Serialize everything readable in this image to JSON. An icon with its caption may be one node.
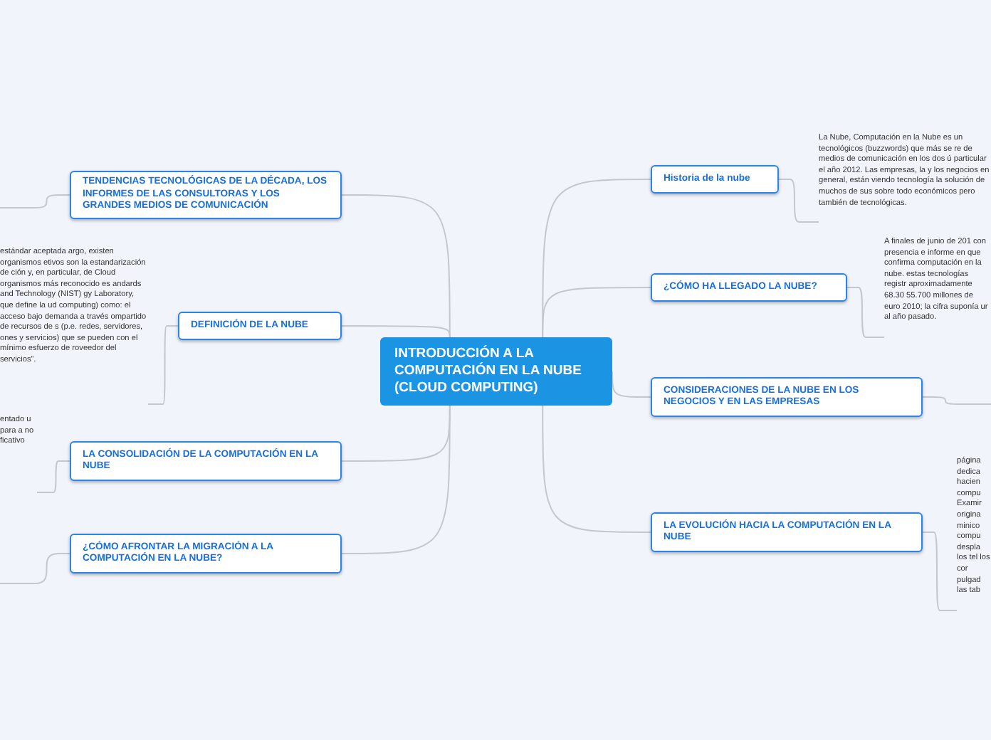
{
  "diagram": {
    "nodes": [
      {
        "text": [
          "INTRODUCCIÓN A LA COMPUTACIÓN EN LA NUBE (CLOUD COMPUTING)"
        ]
      },
      {
        "text": [
          "TENDENCIAS TECNOLÓGICAS DE LA DÉCADA, LOS INFORMES DE LAS CONSULTORAS Y LOS GRANDES MEDIOS DE COMUNICACIÓN"
        ]
      },
      {
        "text": [
          "DEFINICIÓN DE LA NUBE"
        ]
      },
      {
        "text": [
          "LA CONSOLIDACIÓN DE LA COMPUTACIÓN EN LA NUBE"
        ]
      },
      {
        "text": [
          "¿CÓMO AFRONTAR LA MIGRACIÓN A LA COMPUTACIÓN EN LA NUBE?"
        ]
      },
      {
        "text": [
          "Historia de la nube"
        ]
      },
      {
        "text": [
          "¿CÓMO HA LLEGADO LA NUBE?"
        ]
      },
      {
        "text": [
          "CONSIDERACIONES DE LA NUBE EN LOS NEGOCIOS Y EN LAS EMPRESAS"
        ]
      },
      {
        "text": [
          "LA EVOLUCIÓN HACIA LA COMPUTACIÓN EN LA NUBE"
        ]
      },
      {
        "text": [
          "estándar aceptada argo, existen organismos etivos son la estandarización de ción y, en particular, de Cloud organismos más reconocido es andards and Technology (NIST) gy Laboratory, que define la ud computing) como: el acceso bajo demanda a través ompartido de recursos de s (p.e. redes, servidores, ones y servicios) que se pueden con el mínimo esfuerzo de roveedor del servicios”."
        ]
      },
      {
        "text": [
          "entado u para a no ficativo"
        ]
      },
      {
        "text": [
          "La Nube, Computación en la Nube es un tecnológicos (buzzwords) que más se re de medios de comunicación en los dos ú particular el año 2012. Las empresas, la y los negocios en general, están viendo tecnología la solución de muchos de sus sobre todo económicos pero también de tecnológicas."
        ]
      },
      {
        "text": [
          "A finales de junio de 201 con presencia e informe en que confirma computación en la nube. estas tecnologías registr aproximadamente 68.30 55.700 millones de euro 2010; la cifra suponía ur al año pasado."
        ]
      },
      {
        "text": [
          "página dedica hacien compu Examir origina minico compu despla los tel los cor pulgad las tab"
        ]
      }
    ],
    "edges": [
      {
        "from": 0,
        "to": 1,
        "arrow": "none"
      },
      {
        "from": 0,
        "to": 2,
        "arrow": "none"
      },
      {
        "from": 0,
        "to": 3,
        "arrow": "none"
      },
      {
        "from": 0,
        "to": 4,
        "arrow": "none"
      },
      {
        "from": 0,
        "to": 5,
        "arrow": "none"
      },
      {
        "from": 0,
        "to": 6,
        "arrow": "none"
      },
      {
        "from": 0,
        "to": 7,
        "arrow": "none"
      },
      {
        "from": 0,
        "to": 8,
        "arrow": "none"
      },
      {
        "from": 2,
        "to": 9,
        "arrow": "none"
      },
      {
        "from": 3,
        "to": 10,
        "arrow": "none"
      },
      {
        "from": 5,
        "to": 11,
        "arrow": "none"
      },
      {
        "from": 6,
        "to": 12,
        "arrow": "none"
      },
      {
        "from": 8,
        "to": 13,
        "arrow": "none"
      },
      {
        "from": 1,
        "to": null,
        "arrow": "none"
      },
      {
        "from": 4,
        "to": null,
        "arrow": "none"
      },
      {
        "from": 7,
        "to": null,
        "arrow": "none"
      }
    ]
  }
}
